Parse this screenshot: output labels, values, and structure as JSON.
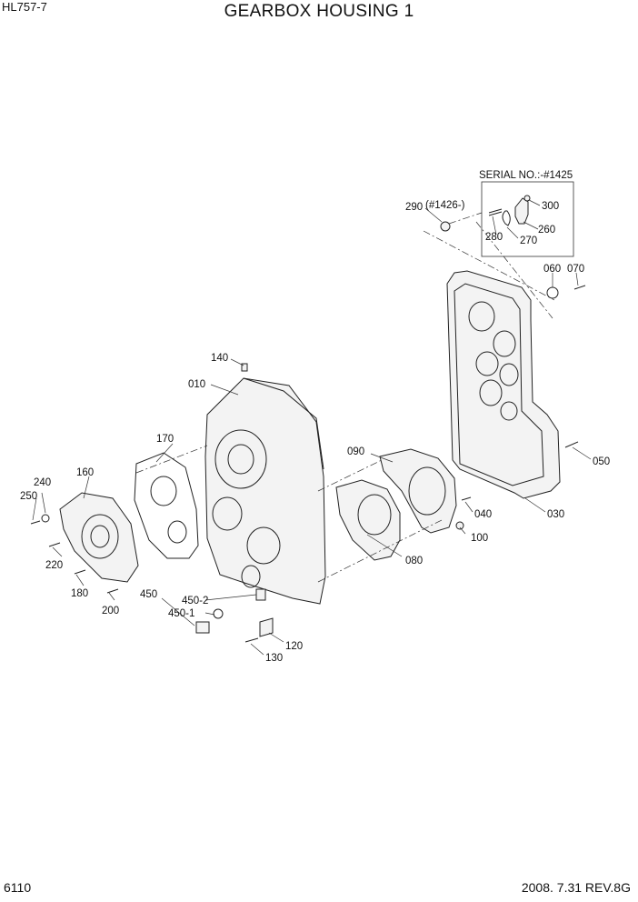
{
  "header": {
    "model": "HL757-7",
    "title": "GEARBOX HOUSING 1"
  },
  "footer": {
    "page": "6110",
    "date_rev": "2008. 7.31  REV.8G"
  },
  "serial_box": {
    "title": "SERIAL NO.:-#1425"
  },
  "note_290": "(#1426-)",
  "labels": {
    "p010": "010",
    "p030": "030",
    "p040": "040",
    "p050": "050",
    "p060": "060",
    "p070": "070",
    "p080": "080",
    "p090": "090",
    "p100": "100",
    "p120": "120",
    "p130": "130",
    "p140": "140",
    "p160": "160",
    "p170": "170",
    "p180": "180",
    "p200": "200",
    "p220": "220",
    "p240": "240",
    "p250": "250",
    "p260": "260",
    "p270": "270",
    "p280": "280",
    "p290": "290",
    "p300": "300",
    "p450": "450",
    "p450_1": "450-1",
    "p450_2": "450-2"
  }
}
